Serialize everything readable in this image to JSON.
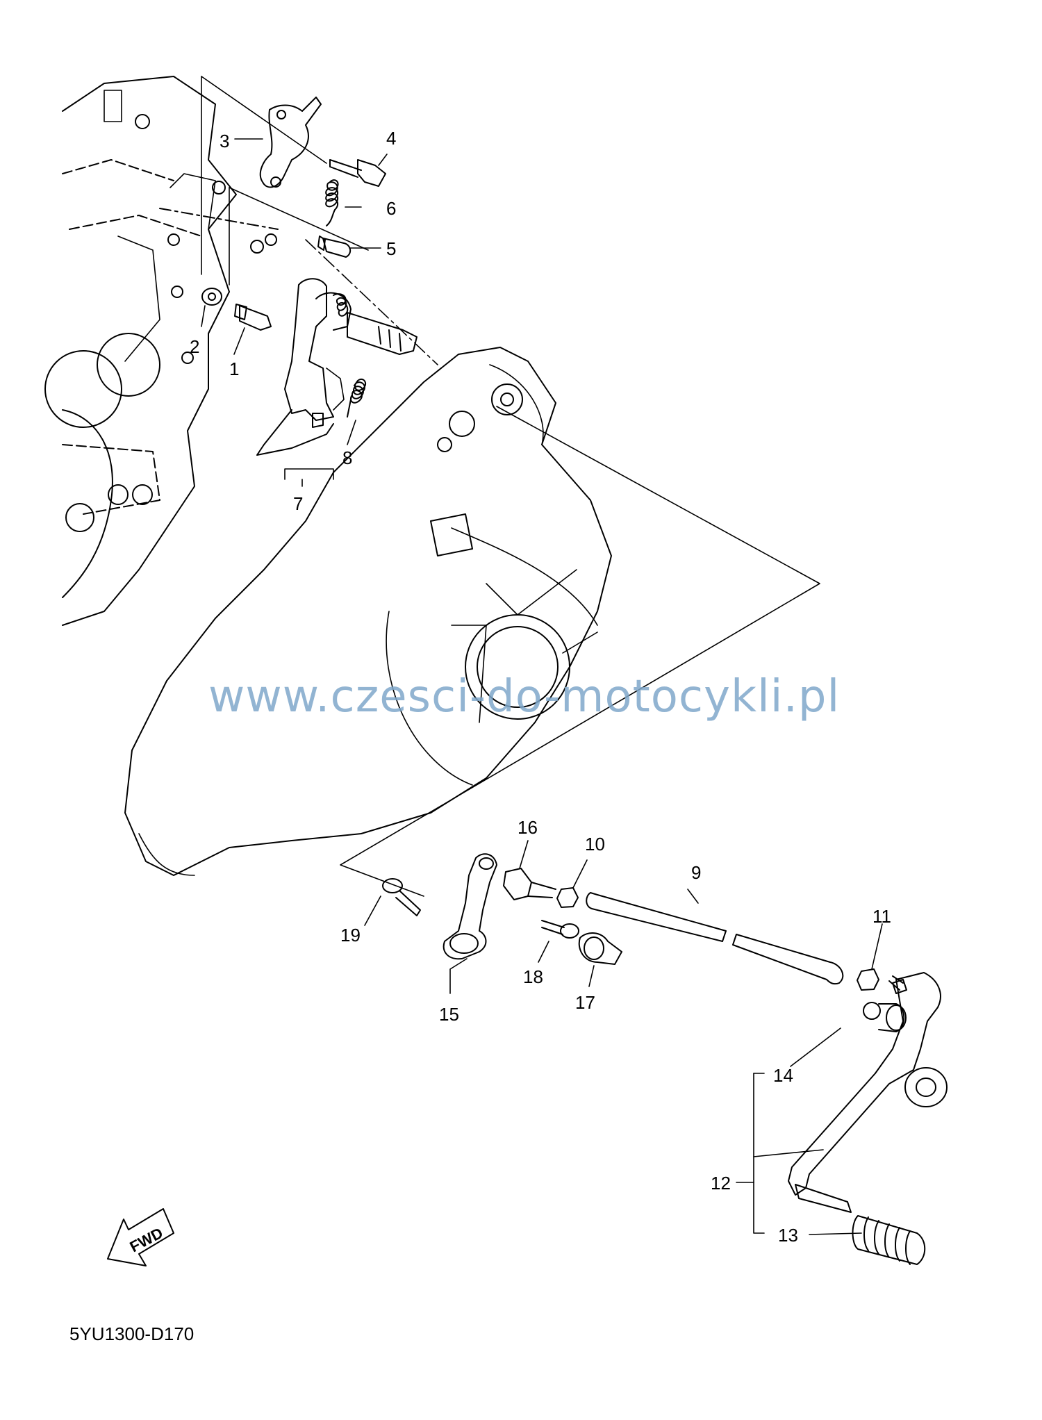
{
  "watermark": "www.czesci-do-motocykli.pl",
  "diagram_code": "5YU1300-D170",
  "fwd_label": "FWD",
  "callouts": {
    "n1": "1",
    "n2": "2",
    "n3": "3",
    "n4": "4",
    "n5": "5",
    "n6": "6",
    "n7": "7",
    "n8": "8",
    "n9": "9",
    "n10": "10",
    "n11": "11",
    "n12": "12",
    "n13": "13",
    "n14": "14",
    "n15": "15",
    "n16": "16",
    "n17": "17",
    "n18": "18",
    "n19": "19"
  }
}
